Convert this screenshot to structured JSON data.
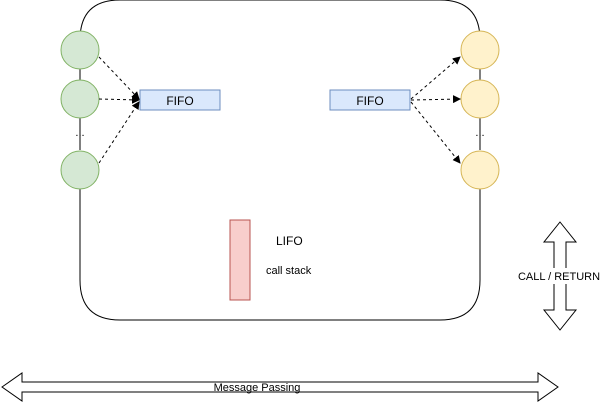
{
  "diagram": {
    "left_group": {
      "node_count_visible": 3,
      "ellipsis": "...",
      "fill": "#d5e8d4",
      "stroke": "#82b366"
    },
    "right_group": {
      "node_count_visible": 3,
      "ellipsis": "...",
      "fill": "#fff2cc",
      "stroke": "#d6b656"
    },
    "fifo_left": {
      "label": "FIFO",
      "fill": "#dae8fc",
      "stroke": "#6c8ebf"
    },
    "fifo_right": {
      "label": "FIFO",
      "fill": "#dae8fc",
      "stroke": "#6c8ebf"
    },
    "stack": {
      "fill": "#f8cecc",
      "stroke": "#b85450"
    },
    "lifo_label": "LIFO",
    "call_stack_label": "call stack",
    "call_return_label": "CALL /  RETURN",
    "message_passing_label": "Message Passing"
  }
}
